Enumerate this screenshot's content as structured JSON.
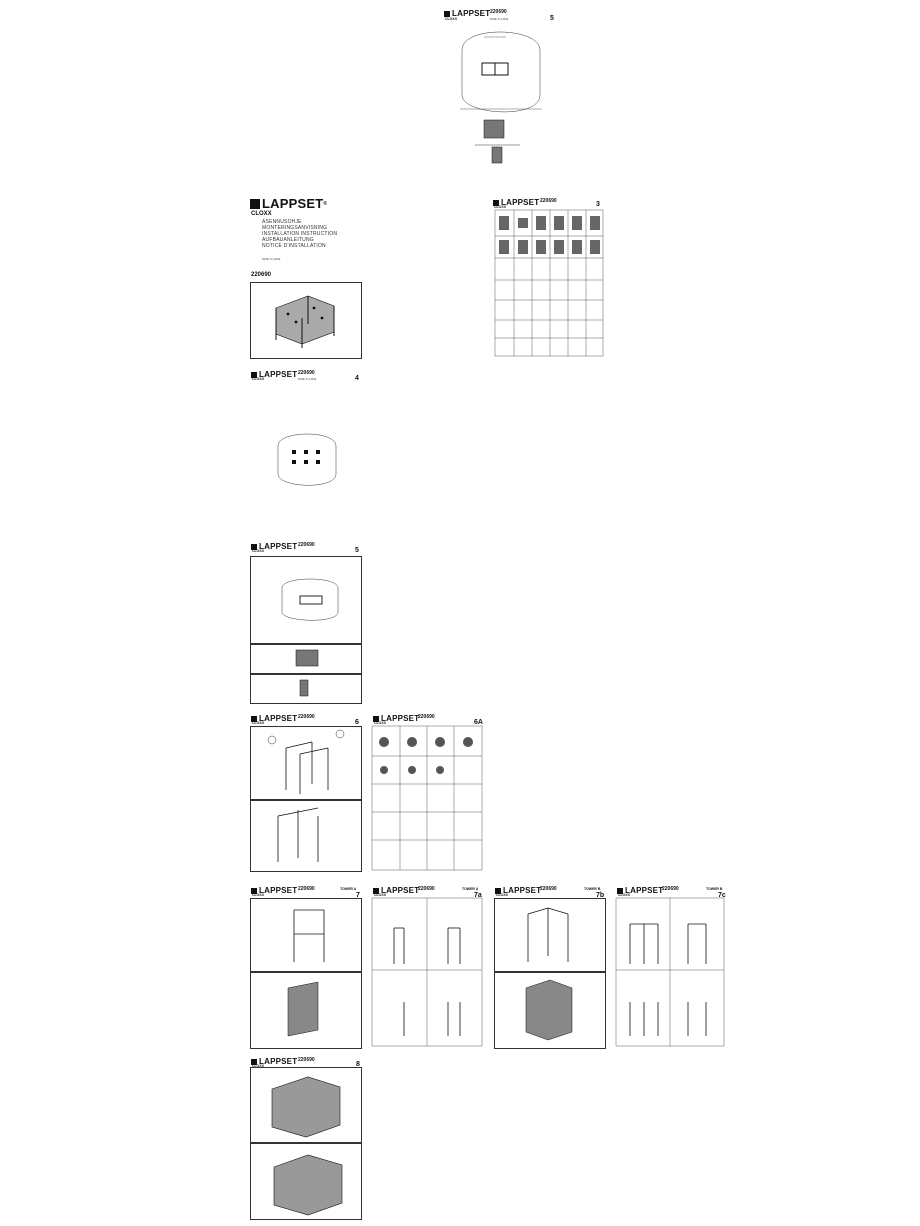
{
  "brand": "LAPPSET",
  "product_line": "CLOXX",
  "product_code": "220690",
  "date_label": "DATE: 5.1.2012",
  "registered_mark": "®",
  "cover": {
    "titles": [
      "ASENNUSOHJE",
      "MONTERINGSANVISNING",
      "INSTALLATION INSTRUCTION",
      "AUFBAUANLEITUNG",
      "NOTICE D'INSTALLATION"
    ],
    "date": "DATE: 5.1.2012",
    "code": "220690"
  },
  "pages": {
    "p5_top": {
      "number": "5"
    },
    "p3": {
      "number": "3"
    },
    "p4": {
      "number": "4"
    },
    "p5": {
      "number": "5"
    },
    "p6": {
      "number": "6"
    },
    "p6a": {
      "number": "6A"
    },
    "p7": {
      "number": "7",
      "tower": "TOWER A"
    },
    "p7a": {
      "number": "7a",
      "tower": "TOWER A"
    },
    "p7b": {
      "number": "7b",
      "tower": "TOWER B"
    },
    "p7c": {
      "number": "7c",
      "tower": "TOWER B"
    },
    "p8": {
      "number": "8"
    }
  },
  "colors": {
    "ink": "#111111",
    "line": "#333333",
    "paper": "#ffffff"
  }
}
